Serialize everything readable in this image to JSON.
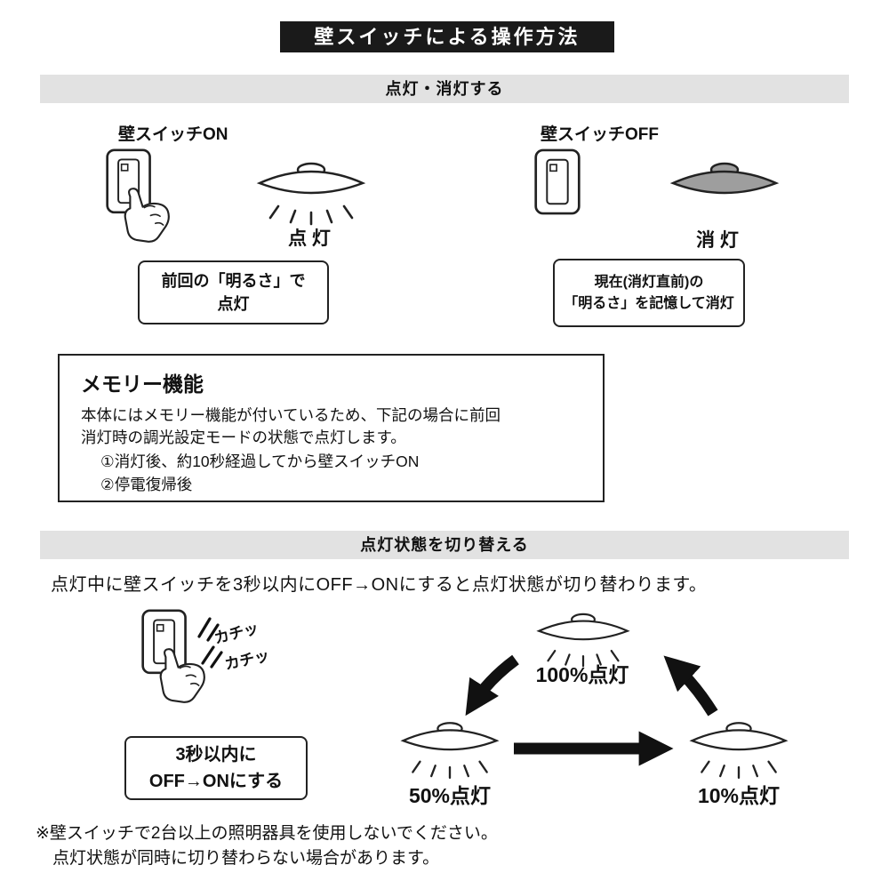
{
  "header": {
    "title": "壁スイッチによる操作方法"
  },
  "section_onoff": {
    "banner": "点灯・消灯する",
    "on_label": "壁スイッチON",
    "on_state": "点 灯",
    "on_box_line1": "前回の「明るさ」で",
    "on_box_line2": "点灯",
    "off_label": "壁スイッチOFF",
    "off_state": "消 灯",
    "off_box_line1": "現在(消灯直前)の",
    "off_box_line2": "「明るさ」を記憶して消灯"
  },
  "memory": {
    "title": "メモリー機能",
    "line1": "本体にはメモリー機能が付いているため、下記の場合に前回",
    "line2": "消灯時の調光設定モードの状態で点灯します。",
    "item1": "①消灯後、約10秒経過してから壁スイッチON",
    "item2": "②停電復帰後"
  },
  "section_switch": {
    "banner": "点灯状態を切り替える",
    "intro": "点灯中に壁スイッチを3秒以内にOFF→ONにすると点灯状態が切り替わります。",
    "click1": "カチッ",
    "click2": "カチッ",
    "box_line1": "3秒以内に",
    "box_line2": "OFF→ONにする",
    "state_100": "100%点灯",
    "state_50": "50%点灯",
    "state_10": "10%点灯"
  },
  "footer": {
    "note_line1": "※壁スイッチで2台以上の照明器具を使用しないでください。",
    "note_line2": "点灯状態が同時に切り替わらない場合があります。"
  },
  "colors": {
    "banner_black": "#1a1a1a",
    "banner_gray": "#e2e2e2",
    "light_off_fill": "#9e9e9e",
    "ink": "#111111"
  }
}
